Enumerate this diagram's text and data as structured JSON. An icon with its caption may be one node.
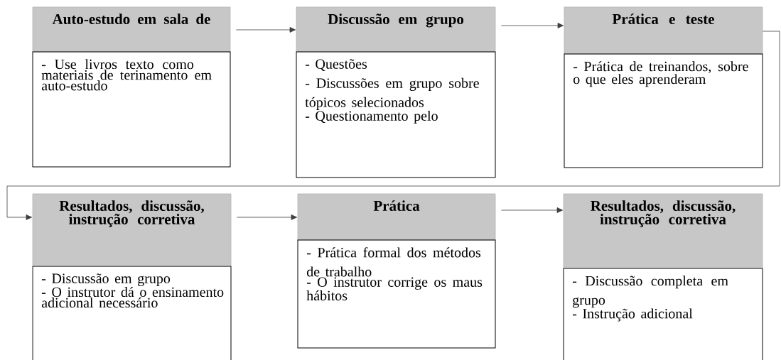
{
  "diagram": {
    "nodes": [
      {
        "text": [
          "Auto-estudo em sala de",
          "- Use livros texto como materiais de terinamento em auto-estudo"
        ]
      },
      {
        "text": [
          "Discussão em grupo",
          "- Questões",
          "- Discussões em grupo sobre tópicos selecionados",
          "- Questionamento pelo"
        ]
      },
      {
        "text": [
          "Prática e teste",
          "- Prática de treinandos, sobre o que eles aprenderam"
        ]
      },
      {
        "text": [
          "Resultados, discussão, instrução corretiva",
          "- Discussão em grupo",
          "- O instrutor dá o ensinamento adicional necessário"
        ]
      },
      {
        "text": [
          "Prática",
          "- Prática formal dos métodos de trabalho",
          "- O instrutor corrige os maus hábitos"
        ]
      },
      {
        "text": [
          "Resultados, discussão, instrução corretiva",
          "- Discussão completa em grupo",
          "- Instrução adicional"
        ]
      }
    ],
    "edges": [
      {
        "from": 0,
        "to": 1,
        "arrow": "to"
      },
      {
        "from": 1,
        "to": 2,
        "arrow": "to"
      },
      {
        "from": 2,
        "to": 3,
        "arrow": "to"
      },
      {
        "from": 3,
        "to": 4,
        "arrow": "to"
      },
      {
        "from": 4,
        "to": 5,
        "arrow": "to"
      }
    ]
  }
}
